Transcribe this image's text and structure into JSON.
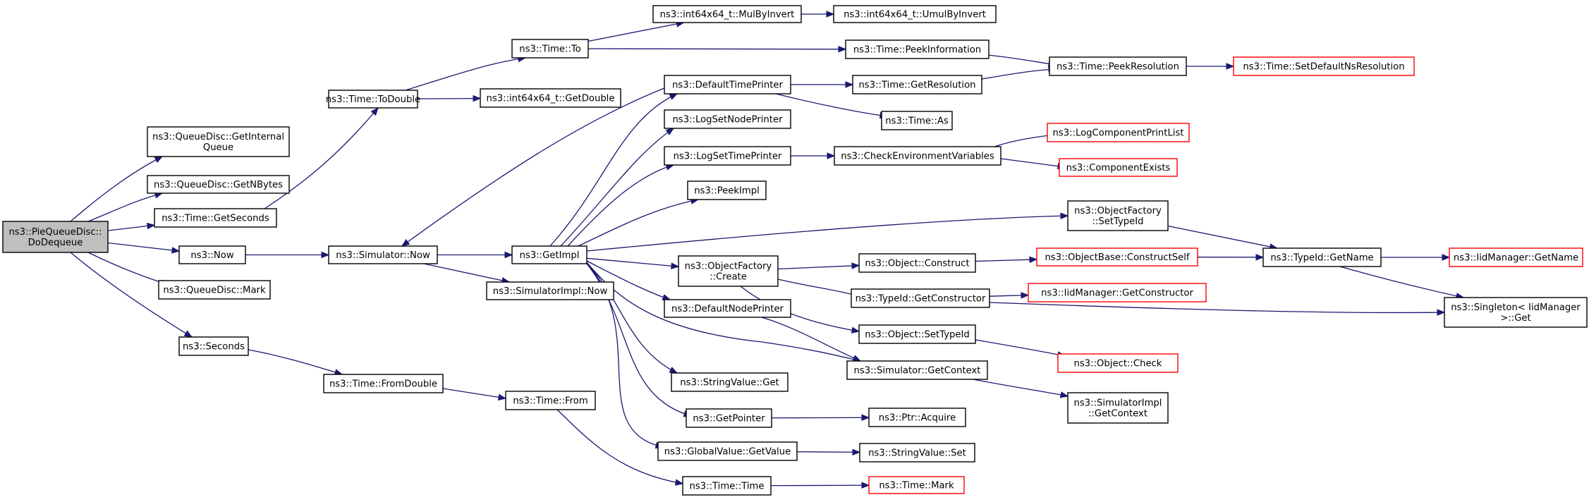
{
  "title": "",
  "colors": {
    "edge": "#191970",
    "root_fill": "#bfbfbf",
    "node_fill": "#ffffff",
    "node_border": "#000000",
    "truncated_border": "#ff0000"
  },
  "nodes": [
    {
      "id": "root",
      "lines": [
        "ns3::PieQueueDisc::",
        "DoDequeue"
      ],
      "style": "root"
    },
    {
      "id": "getInternalQueue",
      "lines": [
        "ns3::QueueDisc::GetInternal",
        "Queue"
      ],
      "style": "normal"
    },
    {
      "id": "getNBytes",
      "lines": [
        "ns3::QueueDisc::GetNBytes"
      ],
      "style": "normal"
    },
    {
      "id": "timeGetSeconds",
      "lines": [
        "ns3::Time::GetSeconds"
      ],
      "style": "normal"
    },
    {
      "id": "now",
      "lines": [
        "ns3::Now"
      ],
      "style": "normal"
    },
    {
      "id": "queueDiscMark",
      "lines": [
        "ns3::QueueDisc::Mark"
      ],
      "style": "normal"
    },
    {
      "id": "seconds",
      "lines": [
        "ns3::Seconds"
      ],
      "style": "normal"
    },
    {
      "id": "timeToDouble",
      "lines": [
        "ns3::Time::ToDouble"
      ],
      "style": "normal"
    },
    {
      "id": "simulatorNow",
      "lines": [
        "ns3::Simulator::Now"
      ],
      "style": "normal"
    },
    {
      "id": "timeFromDouble",
      "lines": [
        "ns3::Time::FromDouble"
      ],
      "style": "normal"
    },
    {
      "id": "timeTo",
      "lines": [
        "ns3::Time::To"
      ],
      "style": "normal"
    },
    {
      "id": "int64GetDouble",
      "lines": [
        "ns3::int64x64_t::GetDouble"
      ],
      "style": "normal"
    },
    {
      "id": "getImpl",
      "lines": [
        "ns3::GetImpl"
      ],
      "style": "normal"
    },
    {
      "id": "simulatorImplNow",
      "lines": [
        "ns3::SimulatorImpl::Now"
      ],
      "style": "normal"
    },
    {
      "id": "timeFrom",
      "lines": [
        "ns3::Time::From"
      ],
      "style": "normal"
    },
    {
      "id": "mulByInvert",
      "lines": [
        "ns3::int64x64_t::MulByInvert"
      ],
      "style": "normal"
    },
    {
      "id": "umulByInvert",
      "lines": [
        "ns3::int64x64_t::UmulByInvert"
      ],
      "style": "normal"
    },
    {
      "id": "defaultTimePrinter",
      "lines": [
        "ns3::DefaultTimePrinter"
      ],
      "style": "normal"
    },
    {
      "id": "logSetNodePrinter",
      "lines": [
        "ns3::LogSetNodePrinter"
      ],
      "style": "normal"
    },
    {
      "id": "logSetTimePrinter",
      "lines": [
        "ns3::LogSetTimePrinter"
      ],
      "style": "normal"
    },
    {
      "id": "peekImpl",
      "lines": [
        "ns3::PeekImpl"
      ],
      "style": "normal"
    },
    {
      "id": "objectFactoryCreate",
      "lines": [
        "ns3::ObjectFactory",
        "::Create"
      ],
      "style": "normal"
    },
    {
      "id": "defaultNodePrinter",
      "lines": [
        "ns3::DefaultNodePrinter"
      ],
      "style": "normal"
    },
    {
      "id": "stringValueGet",
      "lines": [
        "ns3::StringValue::Get"
      ],
      "style": "normal"
    },
    {
      "id": "getPointer",
      "lines": [
        "ns3::GetPointer"
      ],
      "style": "normal"
    },
    {
      "id": "globalValueGetValue",
      "lines": [
        "ns3::GlobalValue::GetValue"
      ],
      "style": "normal"
    },
    {
      "id": "timeTime",
      "lines": [
        "ns3::Time::Time"
      ],
      "style": "normal"
    },
    {
      "id": "timePeekInformation",
      "lines": [
        "ns3::Time::PeekInformation"
      ],
      "style": "normal"
    },
    {
      "id": "timeGetResolution",
      "lines": [
        "ns3::Time::GetResolution"
      ],
      "style": "normal"
    },
    {
      "id": "timeAs",
      "lines": [
        "ns3::Time::As"
      ],
      "style": "normal"
    },
    {
      "id": "checkEnvVars",
      "lines": [
        "ns3::CheckEnvironmentVariables"
      ],
      "style": "normal"
    },
    {
      "id": "objectFactorySetTypeId",
      "lines": [
        "ns3::ObjectFactory",
        "::SetTypeId"
      ],
      "style": "normal"
    },
    {
      "id": "objectConstruct",
      "lines": [
        "ns3::Object::Construct"
      ],
      "style": "normal"
    },
    {
      "id": "typeIdGetConstructor",
      "lines": [
        "ns3::TypeId::GetConstructor"
      ],
      "style": "normal"
    },
    {
      "id": "objectSetTypeId",
      "lines": [
        "ns3::Object::SetTypeId"
      ],
      "style": "normal"
    },
    {
      "id": "simulatorGetContext",
      "lines": [
        "ns3::Simulator::GetContext"
      ],
      "style": "normal"
    },
    {
      "id": "ptrAcquire",
      "lines": [
        "ns3::Ptr::Acquire"
      ],
      "style": "normal"
    },
    {
      "id": "stringValueSet",
      "lines": [
        "ns3::StringValue::Set"
      ],
      "style": "normal"
    },
    {
      "id": "timeMark",
      "lines": [
        "ns3::Time::Mark"
      ],
      "style": "truncated"
    },
    {
      "id": "timePeekResolution",
      "lines": [
        "ns3::Time::PeekResolution"
      ],
      "style": "normal"
    },
    {
      "id": "logComponentPrintList",
      "lines": [
        "ns3::LogComponentPrintList"
      ],
      "style": "truncated"
    },
    {
      "id": "componentExists",
      "lines": [
        "ns3::ComponentExists"
      ],
      "style": "truncated"
    },
    {
      "id": "objectBaseConstructSelf",
      "lines": [
        "ns3::ObjectBase::ConstructSelf"
      ],
      "style": "truncated"
    },
    {
      "id": "iidManagerGetConstructor",
      "lines": [
        "ns3::IidManager::GetConstructor"
      ],
      "style": "truncated"
    },
    {
      "id": "objectCheck",
      "lines": [
        "ns3::Object::Check"
      ],
      "style": "truncated"
    },
    {
      "id": "simulatorImplGetContext",
      "lines": [
        "ns3::SimulatorImpl",
        "::GetContext"
      ],
      "style": "normal"
    },
    {
      "id": "timeSetDefaultNsResolution",
      "lines": [
        "ns3::Time::SetDefaultNsResolution"
      ],
      "style": "truncated"
    },
    {
      "id": "typeIdGetName",
      "lines": [
        "ns3::TypeId::GetName"
      ],
      "style": "normal"
    },
    {
      "id": "iidManagerGetName",
      "lines": [
        "ns3::IidManager::GetName"
      ],
      "style": "truncated"
    },
    {
      "id": "singletonGet",
      "lines": [
        "ns3::Singleton< IidManager",
        " >::Get"
      ],
      "style": "normal"
    }
  ],
  "edges": [
    [
      "root",
      "getInternalQueue"
    ],
    [
      "root",
      "getNBytes"
    ],
    [
      "root",
      "timeGetSeconds"
    ],
    [
      "root",
      "now"
    ],
    [
      "root",
      "queueDiscMark"
    ],
    [
      "root",
      "seconds"
    ],
    [
      "timeGetSeconds",
      "timeToDouble"
    ],
    [
      "now",
      "simulatorNow"
    ],
    [
      "seconds",
      "timeFromDouble"
    ],
    [
      "timeToDouble",
      "timeTo"
    ],
    [
      "timeToDouble",
      "int64GetDouble"
    ],
    [
      "simulatorNow",
      "getImpl"
    ],
    [
      "simulatorNow",
      "simulatorImplNow"
    ],
    [
      "timeFromDouble",
      "timeFrom"
    ],
    [
      "timeTo",
      "mulByInvert"
    ],
    [
      "timeTo",
      "timePeekInformation"
    ],
    [
      "mulByInvert",
      "umulByInvert"
    ],
    [
      "getImpl",
      "defaultTimePrinter"
    ],
    [
      "getImpl",
      "logSetNodePrinter"
    ],
    [
      "getImpl",
      "logSetTimePrinter"
    ],
    [
      "getImpl",
      "peekImpl"
    ],
    [
      "getImpl",
      "objectFactorySetTypeId"
    ],
    [
      "getImpl",
      "objectFactoryCreate"
    ],
    [
      "getImpl",
      "defaultNodePrinter"
    ],
    [
      "getImpl",
      "simulatorGetContext"
    ],
    [
      "getImpl",
      "stringValueGet"
    ],
    [
      "getImpl",
      "getPointer"
    ],
    [
      "getImpl",
      "globalValueGetValue"
    ],
    [
      "defaultTimePrinter",
      "simulatorNow"
    ],
    [
      "defaultTimePrinter",
      "timeGetResolution"
    ],
    [
      "defaultTimePrinter",
      "timeAs"
    ],
    [
      "timeFrom",
      "timeTime"
    ],
    [
      "timePeekInformation",
      "timePeekResolution"
    ],
    [
      "timeGetResolution",
      "timePeekResolution"
    ],
    [
      "timePeekResolution",
      "timeSetDefaultNsResolution"
    ],
    [
      "logSetTimePrinter",
      "checkEnvVars"
    ],
    [
      "checkEnvVars",
      "logComponentPrintList"
    ],
    [
      "checkEnvVars",
      "componentExists"
    ],
    [
      "objectFactorySetTypeId",
      "typeIdGetName"
    ],
    [
      "objectFactoryCreate",
      "objectConstruct"
    ],
    [
      "objectFactoryCreate",
      "typeIdGetConstructor"
    ],
    [
      "objectFactoryCreate",
      "objectSetTypeId"
    ],
    [
      "objectConstruct",
      "objectBaseConstructSelf"
    ],
    [
      "objectBaseConstructSelf",
      "typeIdGetName"
    ],
    [
      "typeIdGetConstructor",
      "iidManagerGetConstructor"
    ],
    [
      "typeIdGetConstructor",
      "singletonGet"
    ],
    [
      "typeIdGetName",
      "iidManagerGetName"
    ],
    [
      "typeIdGetName",
      "singletonGet"
    ],
    [
      "objectSetTypeId",
      "objectCheck"
    ],
    [
      "defaultNodePrinter",
      "simulatorGetContext"
    ],
    [
      "simulatorGetContext",
      "simulatorImplGetContext"
    ],
    [
      "getPointer",
      "ptrAcquire"
    ],
    [
      "globalValueGetValue",
      "stringValueSet"
    ],
    [
      "timeTime",
      "timeMark"
    ]
  ]
}
